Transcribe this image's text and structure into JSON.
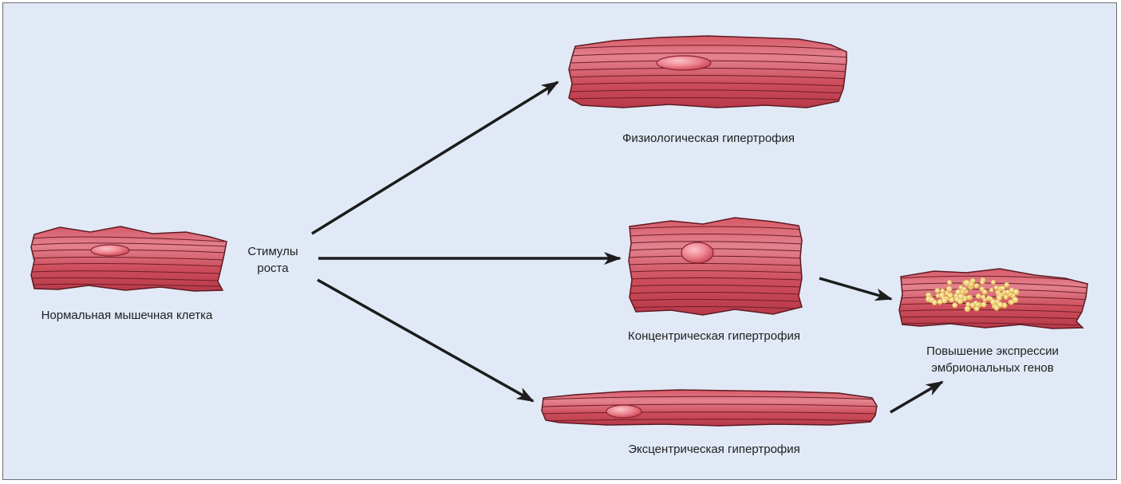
{
  "colors": {
    "background": "#e1e9f6",
    "frame": "#6a6f77",
    "cell_fill": "#cd4d5b",
    "cell_light": "#e3838f",
    "cell_outline": "#5e1a22",
    "striation": "#6e1d27",
    "nucleus": "#ef8a96",
    "gene_dots": "#f2d37a",
    "arrow": "#1c1c1c",
    "text": "#1f1f1f"
  },
  "labels": {
    "normal_cell": "Нормальная мышечная клетка",
    "stimulus_line1": "Стимулы",
    "stimulus_line2": "роста",
    "physiological": "Физиологическая гипертрофия",
    "concentric": "Концентрическая гипертрофия",
    "eccentric": "Эксцентрическая гипертрофия",
    "embryonic_line1": "Повышение экспрессии",
    "embryonic_line2": "эмбриональных генов"
  }
}
